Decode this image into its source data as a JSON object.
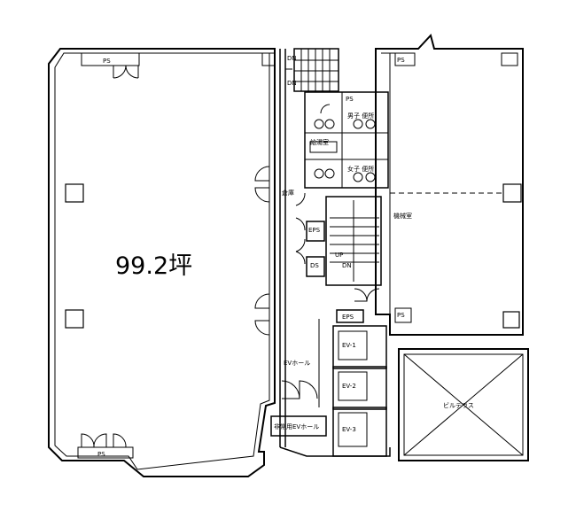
{
  "plan": {
    "area_label": "99.2坪",
    "labels": {
      "ps_top_left": "PS",
      "ps_bottom_left": "PS",
      "ps_top_right": "PS",
      "ps_mid": "PS",
      "ps_small_right": "PS",
      "eps_upper": "EPS",
      "eps_lower": "EPS",
      "ds": "DS",
      "ev1": "EV-1",
      "ev2": "EV-2",
      "ev3": "EV-3",
      "evhall": "EVホール",
      "emergency_evhall": "非常用EVホール",
      "toilet_m": "男子 便所",
      "toilet_f": "女子 便所",
      "kitchen": "給湯室",
      "storage": "倉庫",
      "machine": "機械室",
      "void": "ビルテラス",
      "up": "UP",
      "dn_upper": "DN",
      "dn_lower": "DN",
      "dn_stair": "DN"
    }
  }
}
